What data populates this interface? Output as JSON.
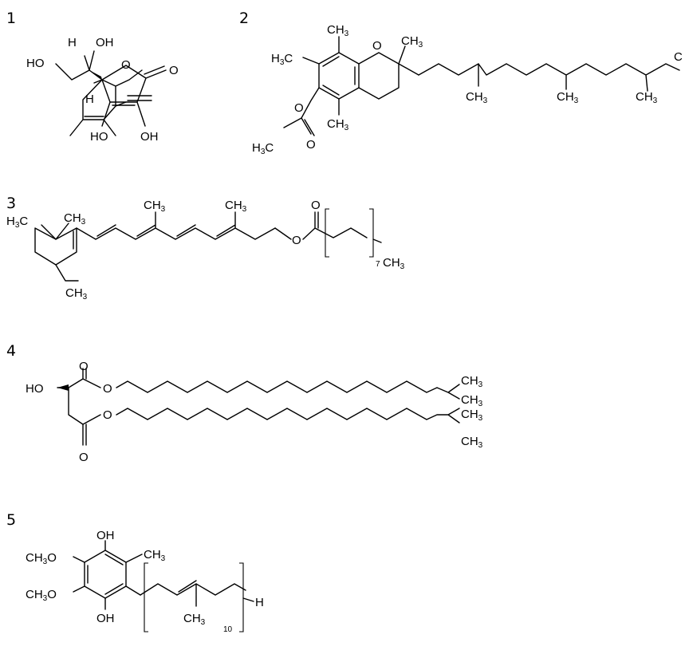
{
  "structures": [
    {
      "number": "1",
      "labels": {
        "oh_top": "OH",
        "ho_left": "HO",
        "h_top": "H",
        "h_low": "H",
        "o_ring": "O",
        "o_carb": "O",
        "ho_bot1": "HO",
        "oh_bot2": "OH"
      }
    },
    {
      "number": "2",
      "labels": {
        "h3c_left": "H3C",
        "ch3_top": "CH3",
        "o_ring": "O",
        "ch3_quat": "CH3",
        "o_ester": "O",
        "ch3_ar": "CH3",
        "h3c_ac": "H3C",
        "o_ac": "O",
        "ch3_b1": "CH3",
        "ch3_b2": "CH3",
        "ch3_b3": "CH3",
        "c_end": "C"
      }
    },
    {
      "number": "3",
      "labels": {
        "h3c_gem": "H3C",
        "ch3_gem": "CH3",
        "ch3_ring": "CH3",
        "ch3_c1": "CH3",
        "ch3_c2": "CH3",
        "o_carb": "O",
        "o_ester": "O",
        "rep": "7",
        "ch3_end": "CH3"
      }
    },
    {
      "number": "4",
      "labels": {
        "ho": "HO",
        "o_c1": "O",
        "o_e1": "O",
        "o_e2": "O",
        "o_c2": "O",
        "ch3_1": "CH3",
        "ch3_2": "CH3",
        "ch3_3": "CH3",
        "ch3_4": "CH3"
      }
    },
    {
      "number": "5",
      "labels": {
        "oh_top": "OH",
        "ch3o_1": "CH3O",
        "ch3_ring": "CH3",
        "ch3o_2": "CH3O",
        "oh_bot": "OH",
        "ch3_chain": "CH3",
        "rep": "10",
        "h_end": "H"
      }
    }
  ]
}
